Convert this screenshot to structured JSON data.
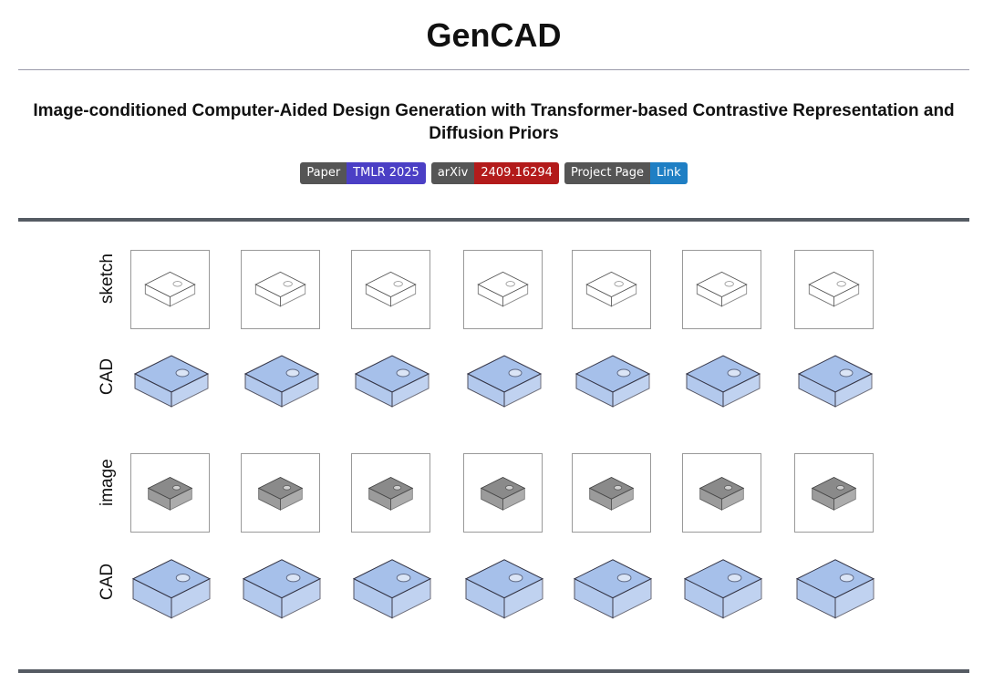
{
  "title": "GenCAD",
  "subtitle": "Image-conditioned Computer-Aided Design Generation with Transformer-based Contrastive Representation and Diffusion Priors",
  "badges": [
    {
      "label": "Paper",
      "value": "TMLR 2025",
      "color": "#4b3fc5"
    },
    {
      "label": "arXiv",
      "value": "2409.16294",
      "color": "#b31b1b"
    },
    {
      "label": "Project Page",
      "value": "Link",
      "color": "#1f7fc4"
    }
  ],
  "figure": {
    "row_labels": [
      "sketch",
      "CAD",
      "image",
      "CAD"
    ],
    "cad_color": "#a6c0ea",
    "image_color": "#8a8a8a"
  }
}
